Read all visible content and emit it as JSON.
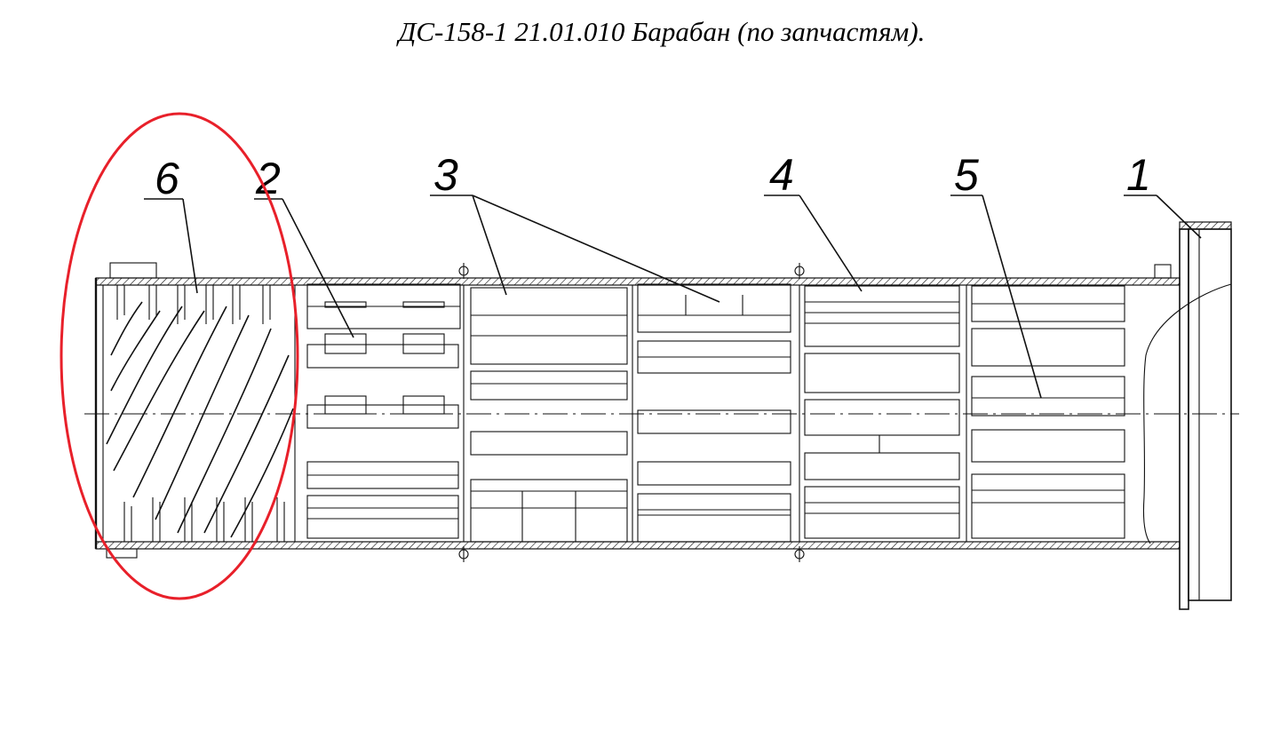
{
  "title": "ДС-158-1 21.01.010 Барабан (по запчастям).",
  "labels": [
    "6",
    "2",
    "3",
    "4",
    "5",
    "1"
  ],
  "highlight": {
    "shape": "ellipse",
    "color": "#e8202a"
  },
  "colors": {
    "line": "#111111",
    "background": "#ffffff"
  }
}
